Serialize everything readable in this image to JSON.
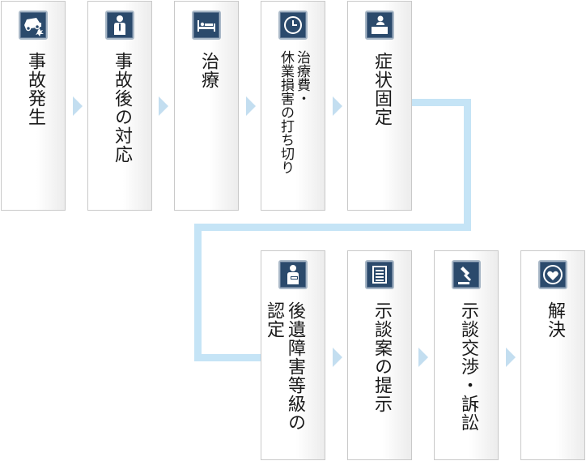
{
  "steps": [
    {
      "id": "accident",
      "label": "事故発生",
      "icon": "car-crash-icon"
    },
    {
      "id": "response",
      "label": "事故後の対応",
      "icon": "person-icon"
    },
    {
      "id": "treatment",
      "label": "治療",
      "icon": "hospital-bed-icon"
    },
    {
      "id": "termination",
      "label": "治療費・\n休業損害の打ち切り",
      "icon": "clock-icon"
    },
    {
      "id": "fixation",
      "label": "症状固定",
      "icon": "reception-desk-icon"
    },
    {
      "id": "certification",
      "label": "後遺障害等級の\n認定",
      "icon": "injured-person-icon"
    },
    {
      "id": "proposal",
      "label": "示談案の提示",
      "icon": "document-icon"
    },
    {
      "id": "negotiation",
      "label": "示談交渉・訴訟",
      "icon": "gavel-icon"
    },
    {
      "id": "resolution",
      "label": "解決",
      "icon": "heart-icon"
    }
  ],
  "colors": {
    "icon_bg": "#2b4a6c",
    "connector": "#c5e4f6",
    "arrow": "#c3def0",
    "card_border": "#c9c9c9"
  }
}
